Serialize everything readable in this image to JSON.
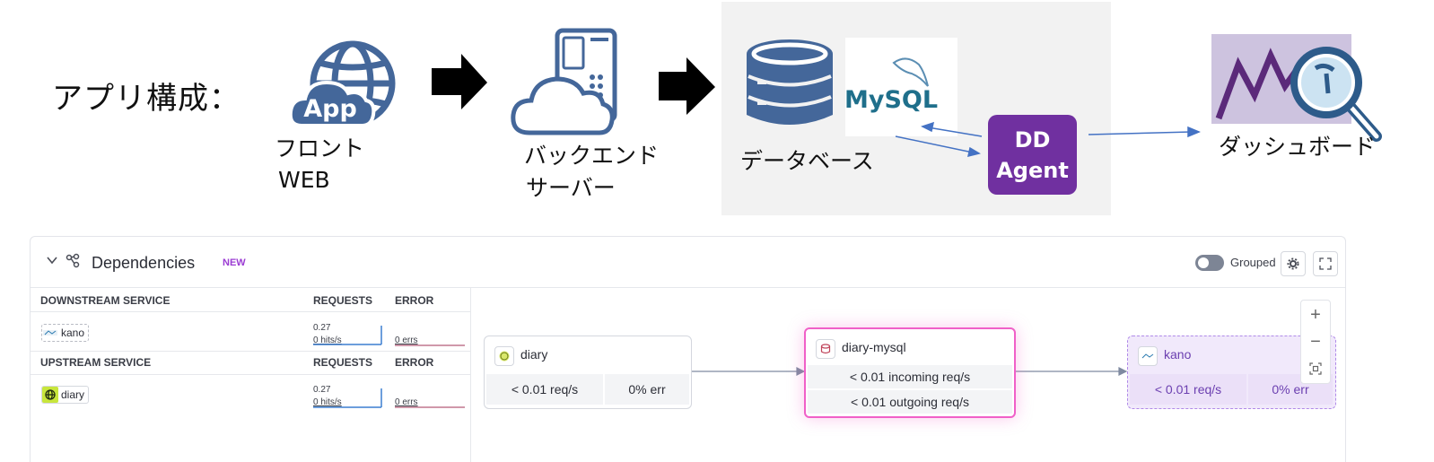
{
  "architecture": {
    "title": "アプリ構成：",
    "app_icon_text": "App",
    "frontend_label": [
      "フロント",
      "WEB"
    ],
    "backend_label": [
      "バックエンド",
      "サーバー"
    ],
    "database_label": "データベース",
    "mysql_logo_text": "MySQL",
    "agent_label": [
      "DD",
      "Agent"
    ],
    "dashboard_label": "ダッシュボード",
    "colors": {
      "icon_blue": "#44679a",
      "agent_purple": "#7030a0",
      "panel_gray": "#f2f2f2",
      "arrow_blue": "#4472c4"
    }
  },
  "dependencies": {
    "title": "Dependencies",
    "badge": "NEW",
    "grouped_label": "Grouped",
    "downstream": {
      "header": "DOWNSTREAM SERVICE",
      "requests_header": "REQUESTS",
      "error_header": "ERROR",
      "service": "kano",
      "requests_value": "0.27",
      "requests_unit": "0 hits/s",
      "errors_value": "0 errs"
    },
    "upstream": {
      "header": "UPSTREAM SERVICE",
      "requests_header": "REQUESTS",
      "error_header": "ERROR",
      "service": "diary",
      "requests_value": "0.27",
      "requests_unit": "0 hits/s",
      "errors_value": "0 errs"
    },
    "map": {
      "diary": {
        "name": "diary",
        "req": "< 0.01 req/s",
        "err": "0% err"
      },
      "diary_mysql": {
        "name": "diary-mysql",
        "incoming": "< 0.01 incoming req/s",
        "outgoing": "< 0.01 outgoing req/s"
      },
      "kano": {
        "name": "kano",
        "req": "< 0.01 req/s",
        "err": "0% err"
      }
    },
    "colors": {
      "highlight_pink": "#f060c8",
      "kano_purple": "#9c5ce0",
      "kano_bg": "#f1e9fb"
    }
  }
}
